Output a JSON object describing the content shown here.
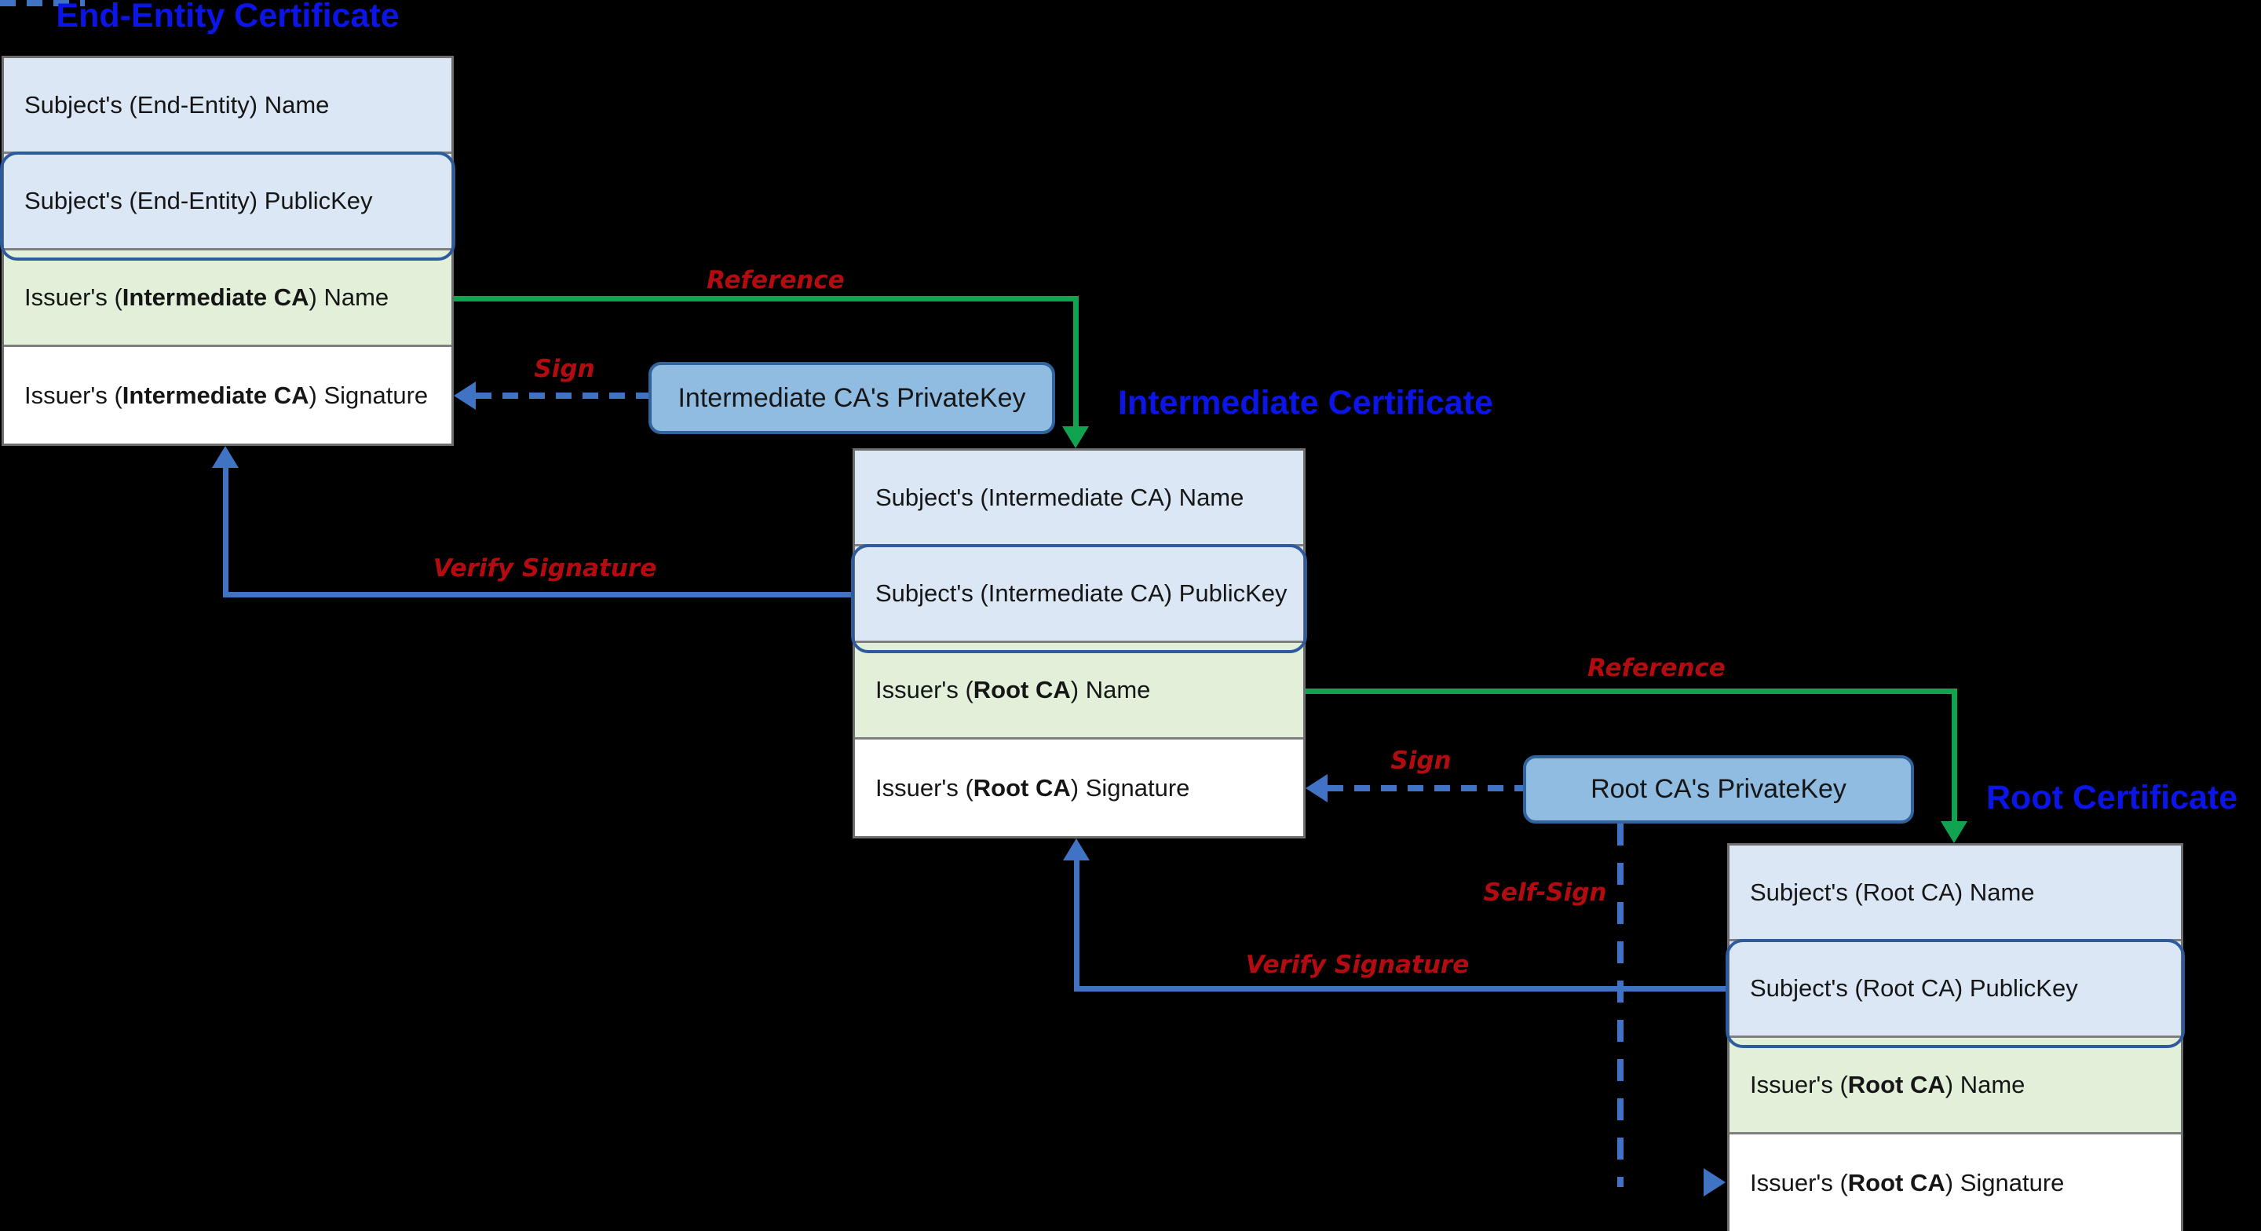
{
  "colors": {
    "background": "#000000",
    "title_blue": "#0c15e8",
    "row_fill_blue": "#dbe7f4",
    "row_fill_green": "#e2efd9",
    "row_fill_white": "#ffffff",
    "row_border_gray": "#7f7f7f",
    "publickey_outline_navy": "#2d5b9b",
    "privatekey_fill": "#90bce2",
    "privatekey_border": "#31639c",
    "arrow_green": "#12a350",
    "arrow_blue": "#4173c4",
    "label_red": "#b30b10"
  },
  "certificates": [
    {
      "title": "End-Entity Certificate",
      "rows": [
        {
          "prefix": "Subject's (End-Entity) Name",
          "bold": "",
          "suffix": ""
        },
        {
          "prefix": "Subject's (End-Entity) PublicKey",
          "bold": "",
          "suffix": ""
        },
        {
          "prefix": "Issuer's (",
          "bold": "Intermediate CA",
          "suffix": ") Name"
        },
        {
          "prefix": "Issuer's (",
          "bold": "Intermediate CA",
          "suffix": ") Signature"
        }
      ]
    },
    {
      "title": "Intermediate Certificate",
      "rows": [
        {
          "prefix": "Subject's (Intermediate CA) Name",
          "bold": "",
          "suffix": ""
        },
        {
          "prefix": "Subject's (Intermediate CA) PublicKey",
          "bold": "",
          "suffix": ""
        },
        {
          "prefix": "Issuer's (",
          "bold": "Root CA",
          "suffix": ") Name"
        },
        {
          "prefix": "Issuer's (",
          "bold": "Root CA",
          "suffix": ") Signature"
        }
      ]
    },
    {
      "title": "Root Certificate",
      "rows": [
        {
          "prefix": "Subject's (Root CA) Name",
          "bold": "",
          "suffix": ""
        },
        {
          "prefix": "Subject's (Root CA) PublicKey",
          "bold": "",
          "suffix": ""
        },
        {
          "prefix": "Issuer's (",
          "bold": "Root CA",
          "suffix": ") Name"
        },
        {
          "prefix": "Issuer's (",
          "bold": "Root CA",
          "suffix": ") Signature"
        }
      ]
    }
  ],
  "private_keys": [
    {
      "label": "Intermediate CA's PrivateKey"
    },
    {
      "label": "Root CA's PrivateKey"
    }
  ],
  "arrow_labels": {
    "reference_1": "Reference",
    "reference_2": "Reference",
    "sign_1": "Sign",
    "sign_2": "Sign",
    "verify_1": "Verify Signature",
    "verify_2": "Verify Signature",
    "self_sign": "Self-Sign"
  }
}
